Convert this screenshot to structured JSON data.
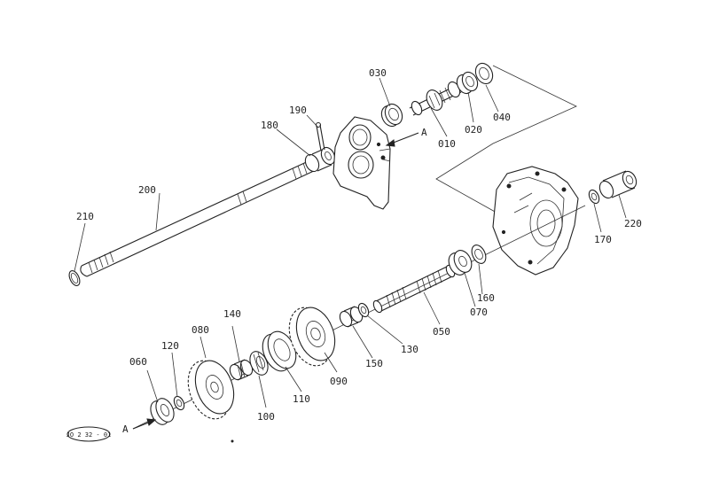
{
  "figure_code": "JO 2 32 - 01",
  "section_marker": "A",
  "parts": [
    {
      "id": "p010",
      "number": "010"
    },
    {
      "id": "p020",
      "number": "020"
    },
    {
      "id": "p030",
      "number": "030"
    },
    {
      "id": "p040",
      "number": "040"
    },
    {
      "id": "p050",
      "number": "050"
    },
    {
      "id": "p060",
      "number": "060"
    },
    {
      "id": "p070",
      "number": "070"
    },
    {
      "id": "p080",
      "number": "080"
    },
    {
      "id": "p090",
      "number": "090"
    },
    {
      "id": "p100",
      "number": "100"
    },
    {
      "id": "p110",
      "number": "110"
    },
    {
      "id": "p120",
      "number": "120"
    },
    {
      "id": "p130",
      "number": "130"
    },
    {
      "id": "p140",
      "number": "140"
    },
    {
      "id": "p150",
      "number": "150"
    },
    {
      "id": "p160",
      "number": "160"
    },
    {
      "id": "p170",
      "number": "170"
    },
    {
      "id": "p180",
      "number": "180"
    },
    {
      "id": "p190",
      "number": "190"
    },
    {
      "id": "p200",
      "number": "200"
    },
    {
      "id": "p210",
      "number": "210"
    },
    {
      "id": "p220",
      "number": "220"
    }
  ]
}
